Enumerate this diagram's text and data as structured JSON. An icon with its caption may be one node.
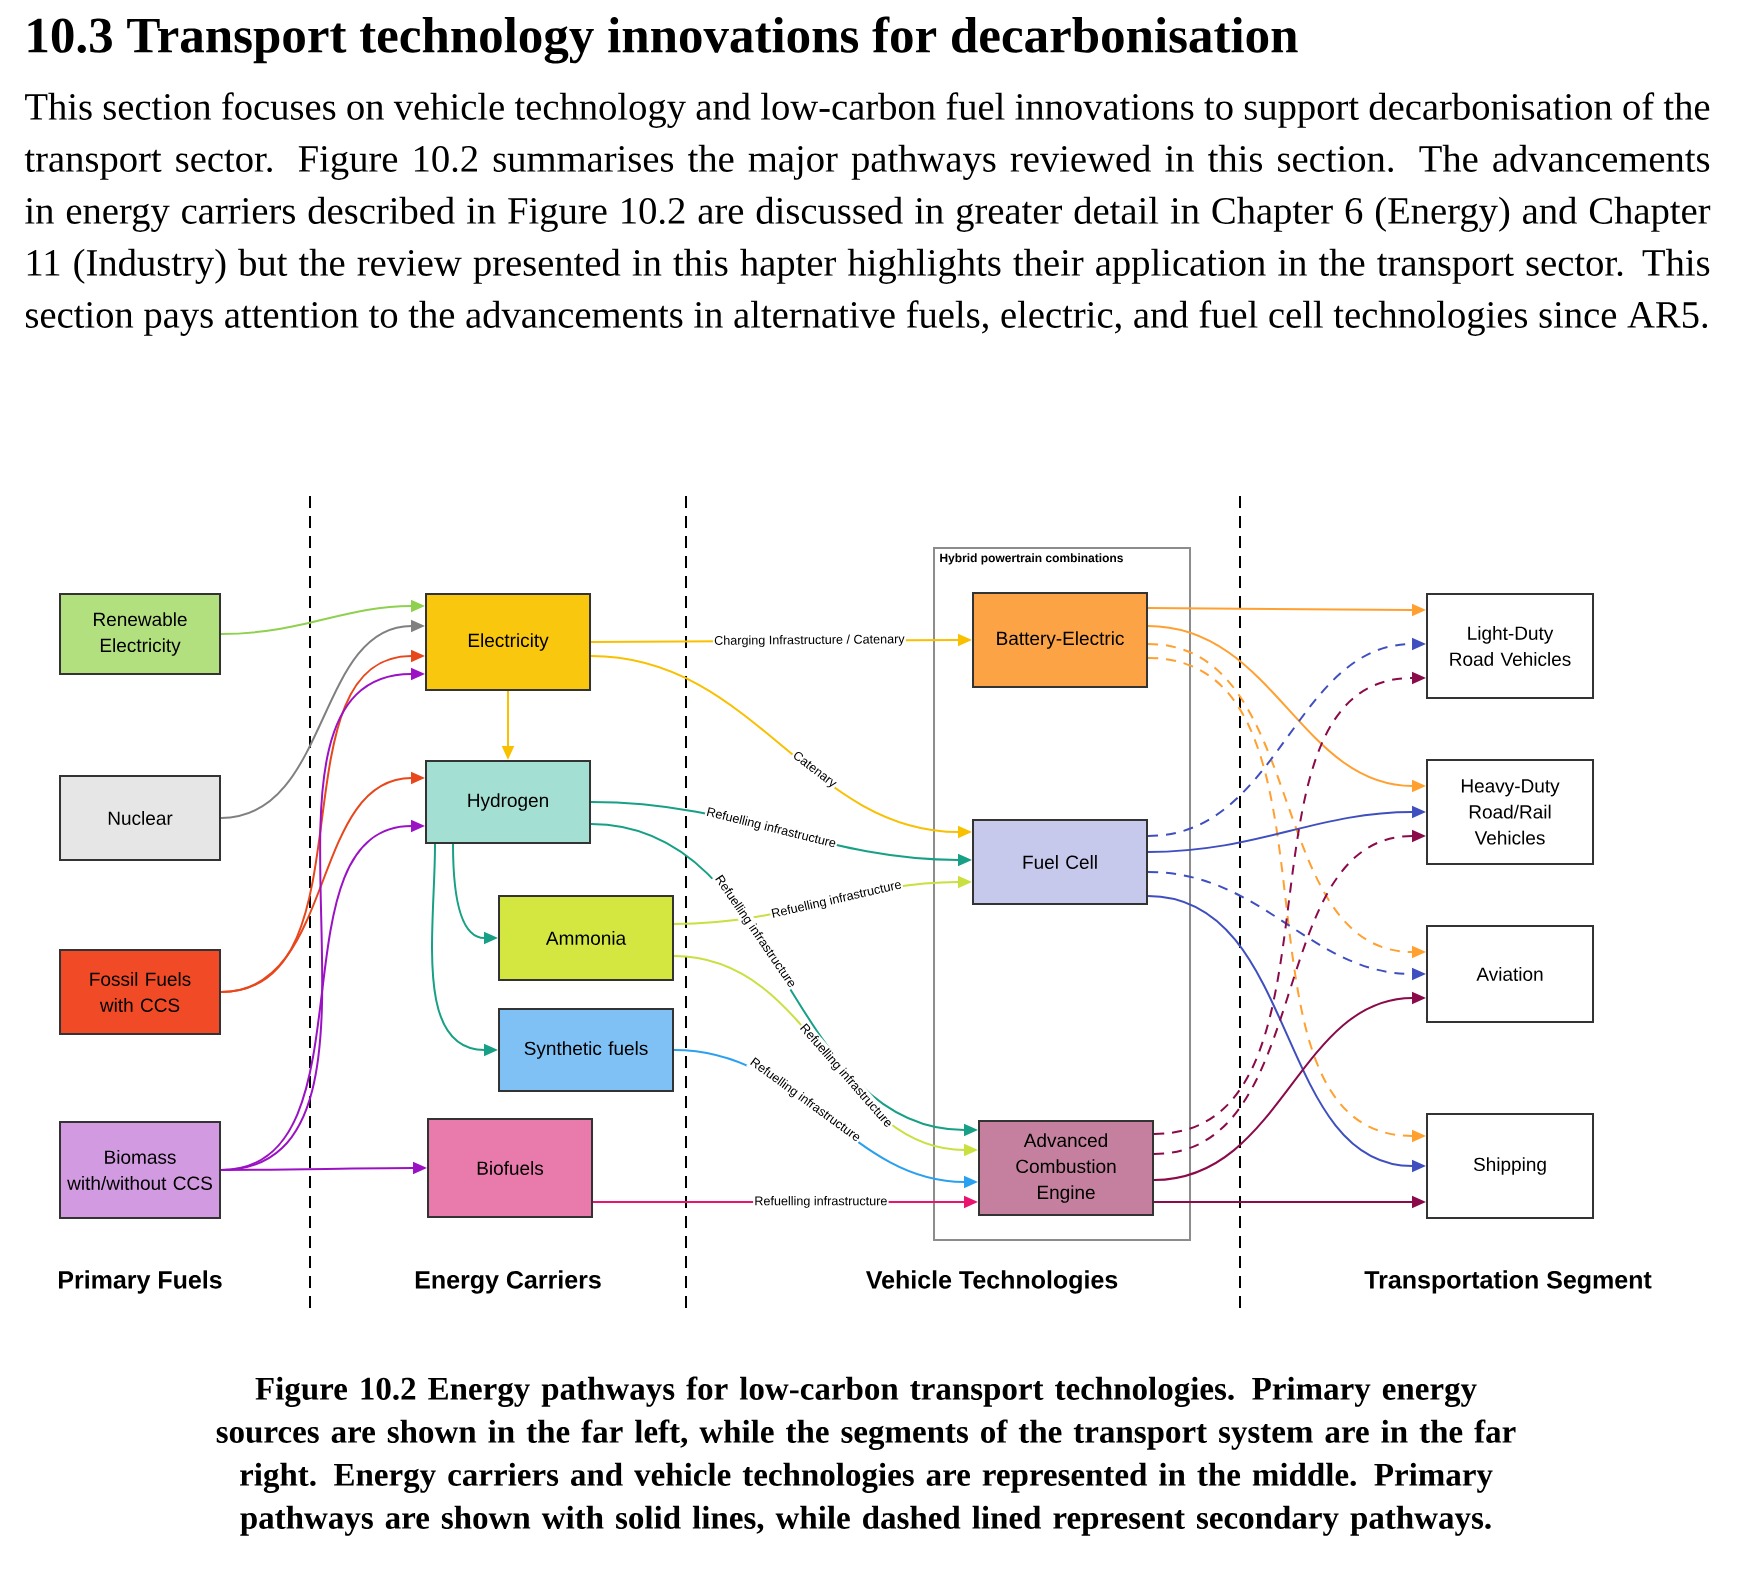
{
  "diagram": {
    "title": "10.3 Transport technology innovations for decarbonisation",
    "caption": "Figure 10.2 Energy pathways for low-carbon transport technologies. Primary energy sources are shown in the far left, while the segments of the transport system are in the far right. Energy carriers and vehicle technologies are represented in the middle. Primary pathways are shown with solid lines, while dashed lined represent secondary pathways.",
    "nodes": [
      {
        "text": [
          "Renewable Electricity"
        ]
      },
      {
        "text": [
          "Nuclear"
        ]
      },
      {
        "text": [
          "Fossil Fuels with CCS"
        ]
      },
      {
        "text": [
          "Biomass with/without CCS"
        ]
      },
      {
        "text": [
          "Electricity"
        ]
      },
      {
        "text": [
          "Hydrogen"
        ]
      },
      {
        "text": [
          "Ammonia"
        ]
      },
      {
        "text": [
          "Synthetic fuels"
        ]
      },
      {
        "text": [
          "Biofuels"
        ]
      },
      {
        "text": [
          "Hybrid powertrain combinations"
        ]
      },
      {
        "text": [
          "Battery-Electric"
        ],
        "in": 9
      },
      {
        "text": [
          "Fuel Cell"
        ],
        "in": 9
      },
      {
        "text": [
          "Advanced Combustion Engine"
        ],
        "in": 9
      },
      {
        "text": [
          "Light-Duty Road Vehicles"
        ]
      },
      {
        "text": [
          "Heavy-Duty Road/Rail Vehicles"
        ]
      },
      {
        "text": [
          "Aviation"
        ]
      },
      {
        "text": [
          "Shipping"
        ]
      }
    ],
    "edges": [
      {
        "from": 0,
        "to": 4,
        "arrow": "to",
        "color": "#8fd14f"
      },
      {
        "from": 1,
        "to": 4,
        "arrow": "to",
        "color": "#808080"
      },
      {
        "from": 2,
        "to": 4,
        "arrow": "to",
        "color": "#e8471c"
      },
      {
        "from": 2,
        "to": 5,
        "arrow": "to",
        "color": "#e8471c"
      },
      {
        "from": 3,
        "to": 4,
        "arrow": "to",
        "color": "#9b12c4"
      },
      {
        "from": 3,
        "to": 5,
        "arrow": "to",
        "color": "#9b12c4"
      },
      {
        "from": 3,
        "to": 8,
        "arrow": "to",
        "color": "#9b12c4"
      },
      {
        "from": 4,
        "to": 5,
        "arrow": "to",
        "color": "#f9c000"
      },
      {
        "from": 4,
        "to": 10,
        "arrow": "to",
        "color": "#f9c000",
        "label": "Charging Infrastructure / Catenary"
      },
      {
        "from": 4,
        "to": 11,
        "arrow": "to",
        "color": "#f9c000",
        "label": "Catenary"
      },
      {
        "from": 5,
        "to": 6,
        "arrow": "to",
        "color": "#17a085"
      },
      {
        "from": 5,
        "to": 7,
        "arrow": "to",
        "color": "#17a085"
      },
      {
        "from": 5,
        "to": 11,
        "arrow": "to",
        "color": "#17a085",
        "label": "Refuelling infrastructure"
      },
      {
        "from": 5,
        "to": 12,
        "arrow": "to",
        "color": "#17a085",
        "label": "Refuelling infrastructure"
      },
      {
        "from": 6,
        "to": 11,
        "arrow": "to",
        "color": "#c9e040",
        "label": "Refuelling infrastructure"
      },
      {
        "from": 6,
        "to": 12,
        "arrow": "to",
        "color": "#c9e040",
        "label": "Refuelling infrastructure"
      },
      {
        "from": 7,
        "to": 12,
        "arrow": "to",
        "color": "#2aa0f0",
        "label": "Refuelling infrastructure"
      },
      {
        "from": 8,
        "to": 12,
        "arrow": "to",
        "color": "#e8146e",
        "label": "Refuelling infrastructure"
      },
      {
        "from": 10,
        "to": 13,
        "arrow": "to",
        "color": "#ffa030"
      },
      {
        "from": 10,
        "to": 14,
        "arrow": "to",
        "color": "#ffa030"
      },
      {
        "from": 10,
        "to": 15,
        "arrow": "to",
        "color": "#ffa030",
        "style": "dashed"
      },
      {
        "from": 10,
        "to": 16,
        "arrow": "to",
        "color": "#ffa030",
        "style": "dashed"
      },
      {
        "from": 11,
        "to": 13,
        "arrow": "to",
        "color": "#3f4fbf",
        "style": "dashed"
      },
      {
        "from": 11,
        "to": 14,
        "arrow": "to",
        "color": "#3f4fbf"
      },
      {
        "from": 11,
        "to": 15,
        "arrow": "to",
        "color": "#3f4fbf",
        "style": "dashed"
      },
      {
        "from": 11,
        "to": 16,
        "arrow": "to",
        "color": "#3f4fbf"
      },
      {
        "from": 12,
        "to": 13,
        "arrow": "to",
        "color": "#8b0a4a",
        "style": "dashed"
      },
      {
        "from": 12,
        "to": 14,
        "arrow": "to",
        "color": "#8b0a4a",
        "style": "dashed"
      },
      {
        "from": 12,
        "to": 15,
        "arrow": "to",
        "color": "#8b0a4a"
      },
      {
        "from": 12,
        "to": 16,
        "arrow": "to",
        "color": "#8b0a4a"
      }
    ],
    "labels": [
      "This section focuses on vehicle technology and low-carbon fuel innovations to support decarbonisation of the transport sector. Figure 10.2 summarises the major pathways reviewed in this section. The advancements in energy carriers described in Figure 10.2 are discussed in greater detail in Chapter 6 (Energy) and Chapter 11 (Industry) but the review presented in this hapter highlights their application in the transport sector. This section pays attention to the advancements in alternative fuels, electric, and fuel cell technologies since AR5.",
      "Primary Fuels",
      "Energy Carriers",
      "Vehicle Technologies",
      "Transportation Segment"
    ]
  }
}
